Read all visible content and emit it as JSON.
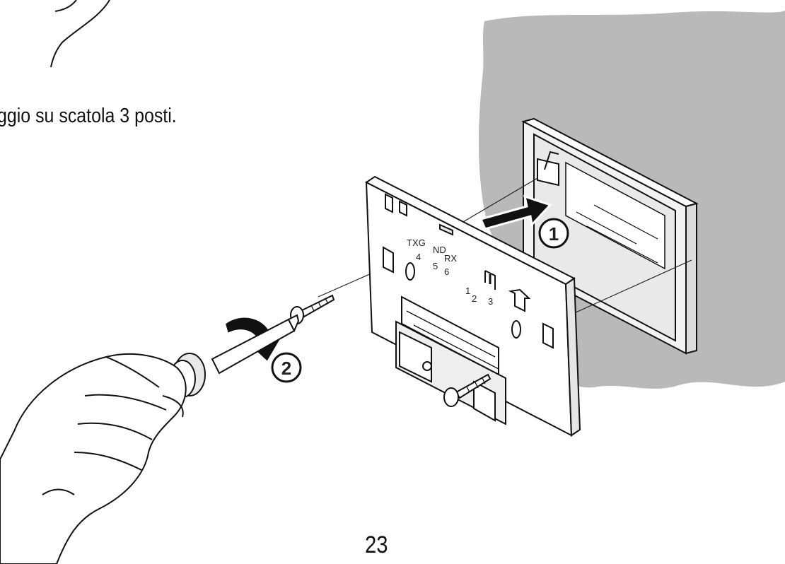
{
  "caption": "ggio su scatola 3 posti.",
  "page_number": "23",
  "illustration": {
    "plate_labels": {
      "txg": "TXG",
      "nd": "ND",
      "rx": "RX",
      "n4": "4",
      "n5": "5",
      "n6": "6",
      "n1": "1",
      "n2": "2",
      "n3": "3"
    },
    "step_1": "1",
    "step_2": "2"
  }
}
